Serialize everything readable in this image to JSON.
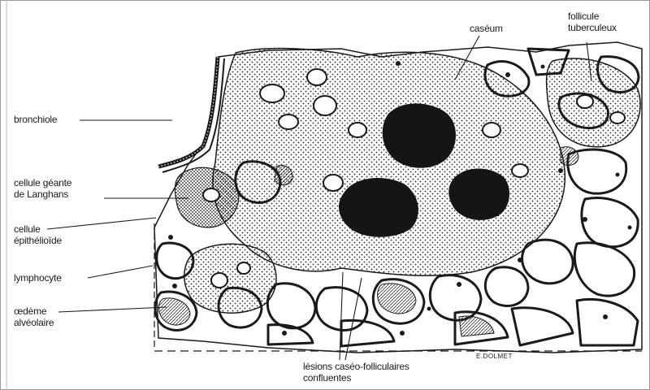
{
  "labels": {
    "caseum": "caséum",
    "follicule_line1": "follicule",
    "follicule_line2": "tuberculeux",
    "bronchiole": "bronchiole",
    "cellule_geante_line1": "cellule géante",
    "cellule_geante_line2": "de Langhans",
    "cellule_epith_line1": "cellule",
    "cellule_epith_line2": "épithélioïde",
    "lymphocyte": "lymphocyte",
    "oedeme_line1": "œdème",
    "oedeme_line2": "alvéolaire",
    "lesions_line1": "lésions caséo-folliculaires",
    "lesions_line2": "confluentes"
  },
  "signature": "E.DOLMET",
  "colors": {
    "ink": "#1a1a1a",
    "background": "#ffffff",
    "caseum_dark": "#151515"
  }
}
